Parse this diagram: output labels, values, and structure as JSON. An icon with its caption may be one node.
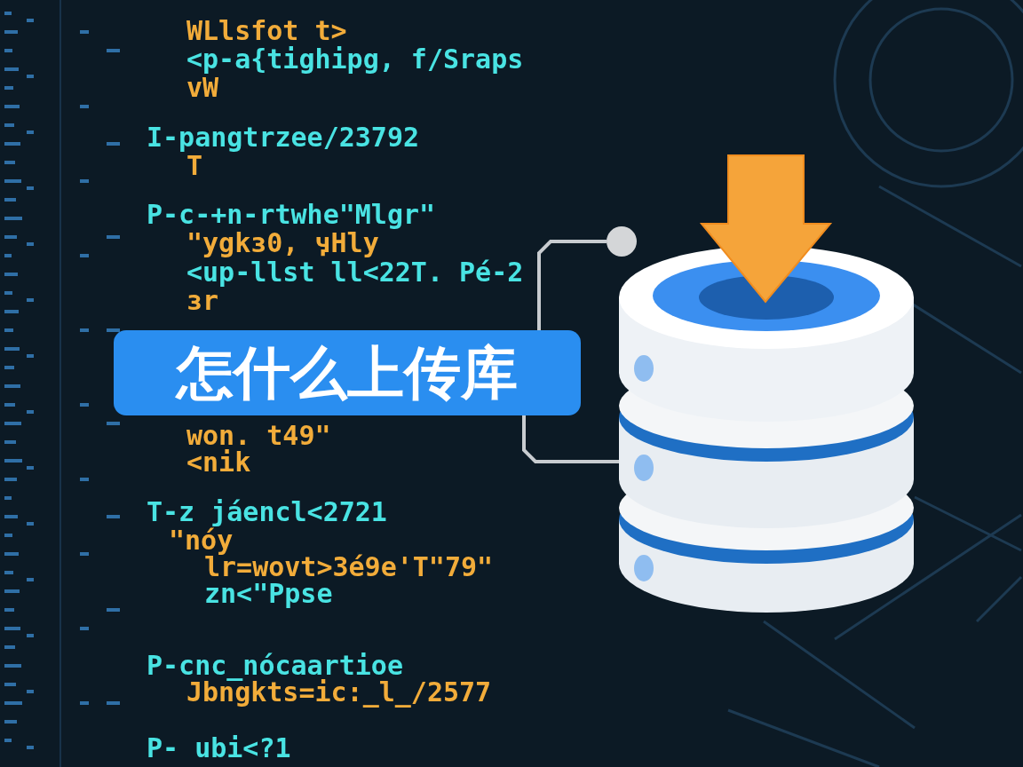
{
  "diagram": {
    "nodes": [
      {
        "text": [
          "怎什么上传库"
        ]
      },
      {
        "text": [],
        "shape": "circle"
      },
      {
        "text": [],
        "shape": "cylinder"
      }
    ],
    "edges": [
      {
        "from": 0,
        "to": 1,
        "arrow": "none"
      },
      {
        "from": 0,
        "to": 2,
        "arrow": "none"
      }
    ],
    "labels": [
      "WLlsfot t>",
      "<p-a{tighipg, f/Sraps",
      "vW",
      "I-pangtrzee/23792",
      "T",
      "P-c-+n-rtwhe\"Mlgr\"",
      "\"ygkз0, ӌHly",
      "<up-llst ll<22T. Pé-2",
      "зr",
      "won. t49\"",
      "<nik",
      "T-z jáencl<2721",
      "\"nóy",
      "lr=wovt>3é9e'T\"79\"",
      "zn<\"Ppse",
      "P-cnc_nócaartioe",
      "Jbngkts=ic:_l_/2577",
      "P- ubi<?1"
    ]
  }
}
